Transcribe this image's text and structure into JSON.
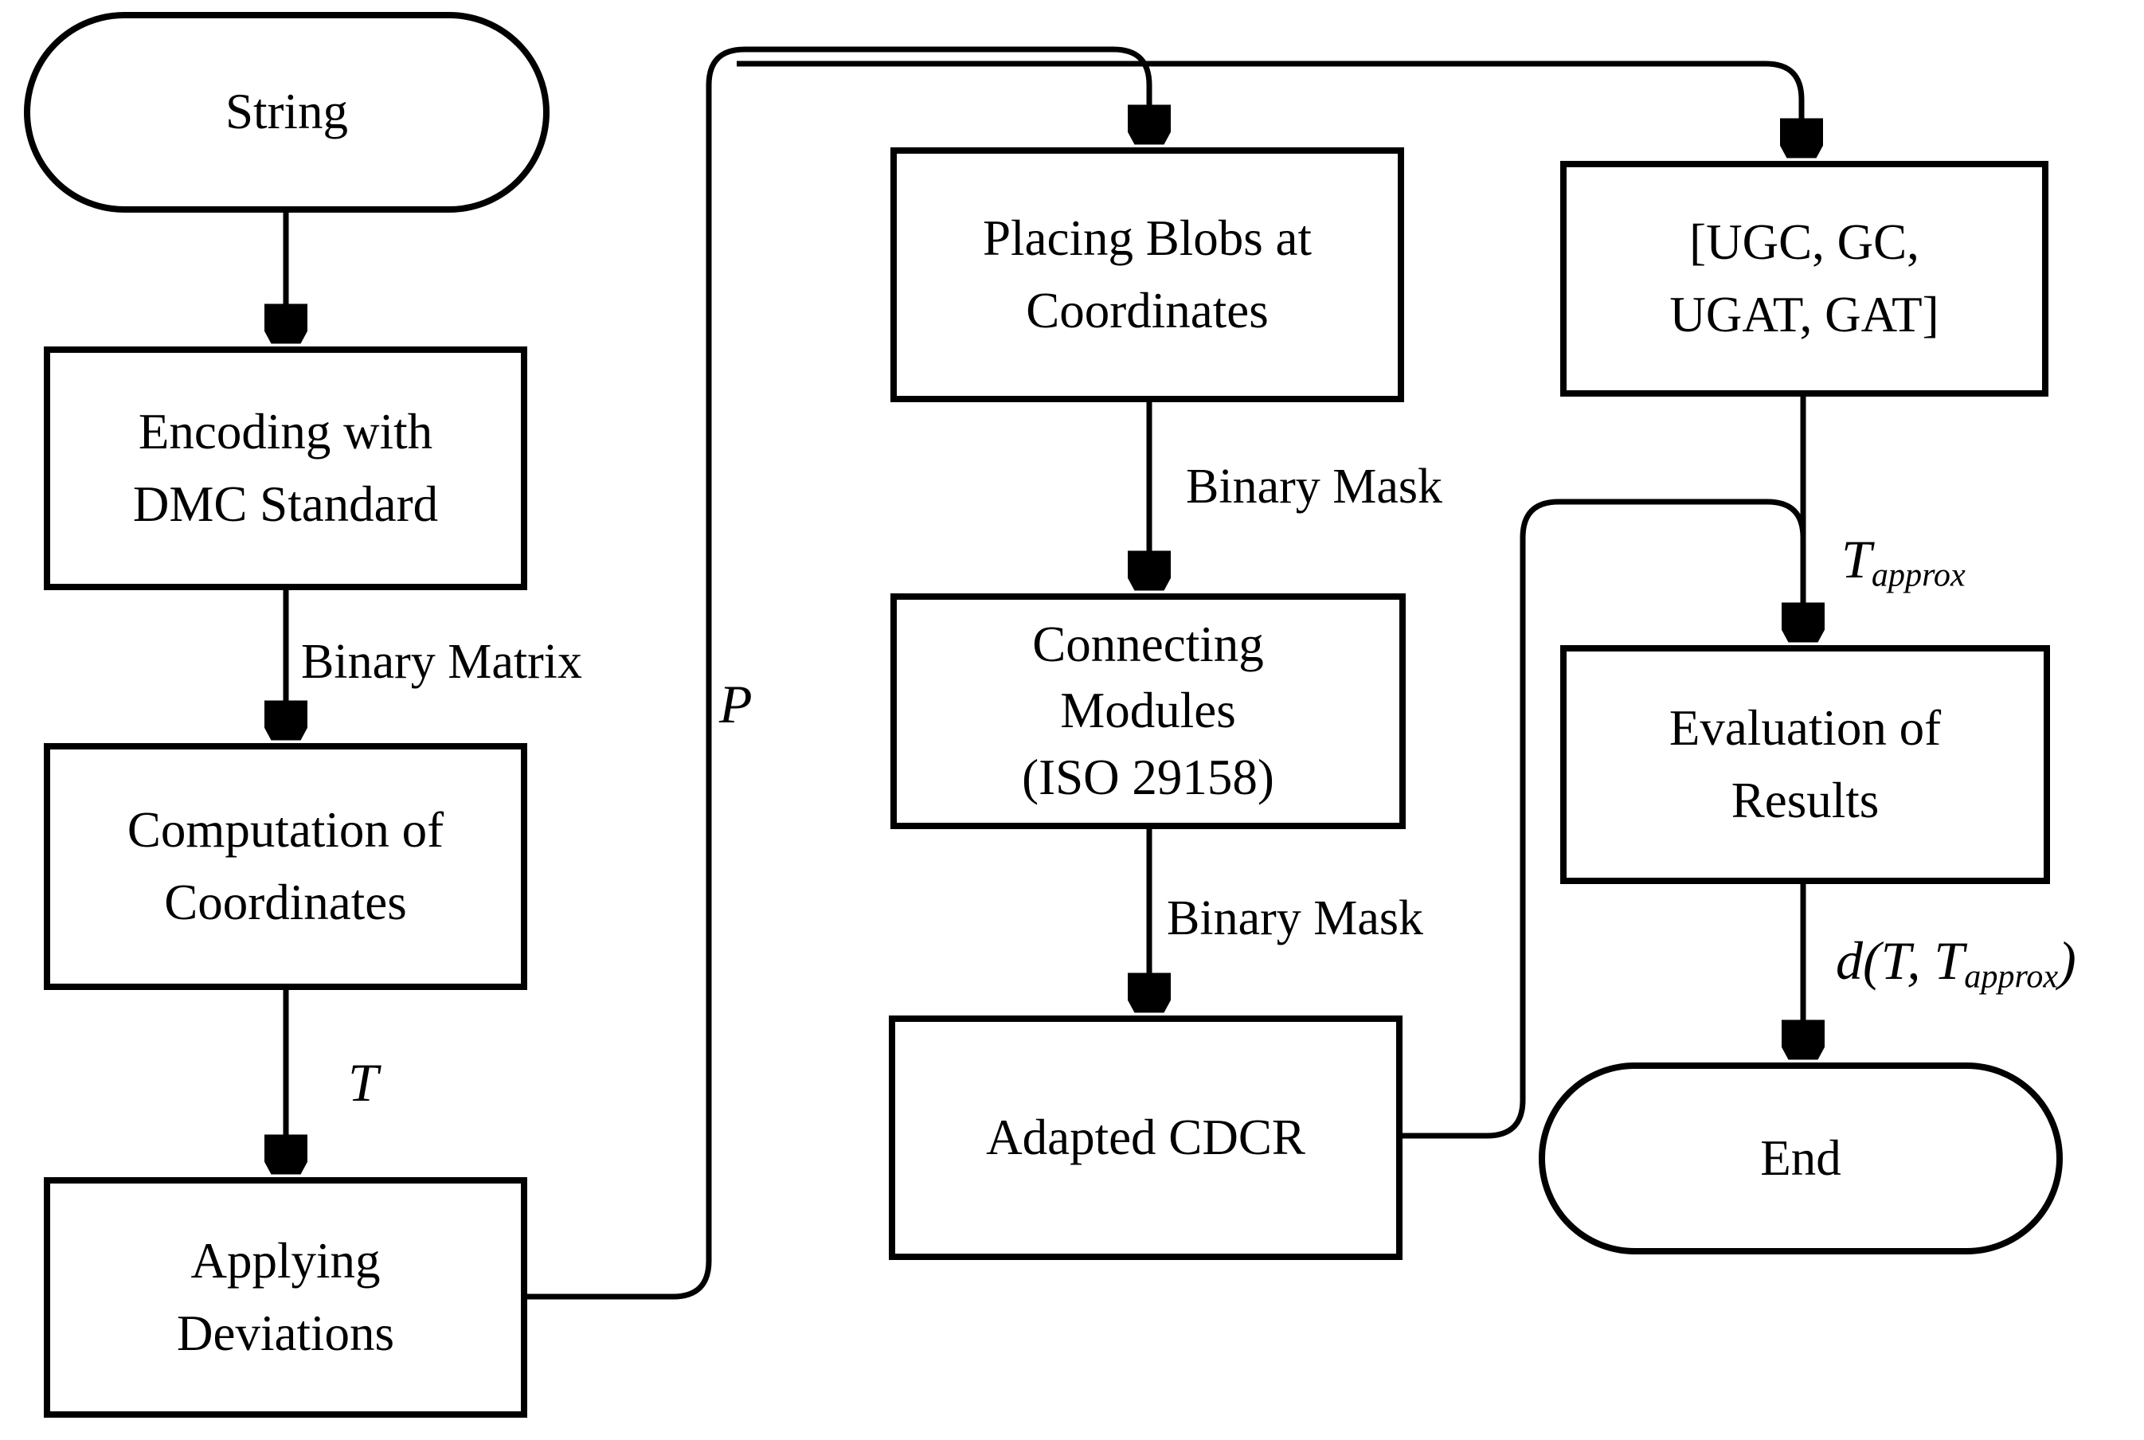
{
  "diagram": {
    "type": "flowchart",
    "colors": {
      "stroke": "#000000",
      "background": "#ffffff"
    },
    "nodes": {
      "start": {
        "label": "String",
        "shape": "stadium"
      },
      "encode": {
        "label": "Encoding with\nDMC Standard",
        "shape": "rect"
      },
      "comp": {
        "label": "Computation of\nCoordinates",
        "shape": "rect"
      },
      "apply": {
        "label": "Applying\nDeviations",
        "shape": "rect"
      },
      "place": {
        "label": "Placing Blobs at\nCoordinates",
        "shape": "rect"
      },
      "connect": {
        "label": "Connecting\nModules\n(ISO 29158)",
        "shape": "rect"
      },
      "adapt": {
        "label": "Adapted CDCR",
        "shape": "rect"
      },
      "ugc": {
        "label": "[UGC, GC,\nUGAT, GAT]",
        "shape": "rect"
      },
      "eval": {
        "label": "Evaluation of\nResults",
        "shape": "rect"
      },
      "end": {
        "label": "End",
        "shape": "stadium"
      }
    },
    "edge_labels": {
      "binary_matrix": "Binary Matrix",
      "t": "T",
      "p": "P",
      "binary_mask_top": "Binary Mask",
      "binary_mask_bottom": "Binary Mask",
      "t_approx": {
        "base": "T",
        "sub": "approx"
      },
      "d_expr": {
        "pre": "d(T, T",
        "sub": "approx",
        "post": ")"
      }
    },
    "edges": [
      "String -> Encoding with DMC Standard",
      "Encoding with DMC Standard -> Computation of Coordinates : Binary Matrix",
      "Computation of Coordinates -> Applying Deviations : T",
      "Applying Deviations -> Placing Blobs at Coordinates : P",
      "Applying Deviations -> [UGC, GC, UGAT, GAT] : P",
      "Placing Blobs at Coordinates -> Connecting Modules (ISO 29158) : Binary Mask",
      "Connecting Modules (ISO 29158) -> Adapted CDCR : Binary Mask",
      "[UGC, GC, UGAT, GAT] -> Evaluation of Results : T_approx",
      "Adapted CDCR -> Evaluation of Results",
      "Evaluation of Results -> End : d(T, T_approx)"
    ]
  }
}
